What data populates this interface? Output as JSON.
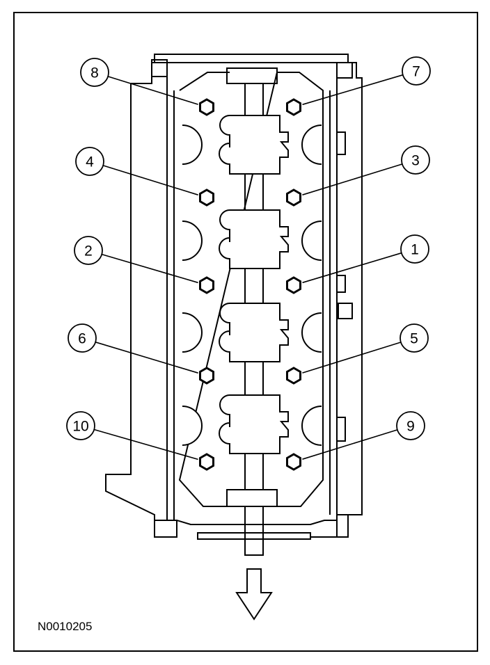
{
  "figure_id": "N0010205",
  "direction_arrow": "arrow-down-icon",
  "bolts": [
    {
      "label": "8",
      "side": "left",
      "row": 0
    },
    {
      "label": "7",
      "side": "right",
      "row": 0
    },
    {
      "label": "4",
      "side": "left",
      "row": 1
    },
    {
      "label": "3",
      "side": "right",
      "row": 1
    },
    {
      "label": "2",
      "side": "left",
      "row": 2
    },
    {
      "label": "1",
      "side": "right",
      "row": 2
    },
    {
      "label": "6",
      "side": "left",
      "row": 3
    },
    {
      "label": "5",
      "side": "right",
      "row": 3
    },
    {
      "label": "10",
      "side": "left",
      "row": 4
    },
    {
      "label": "9",
      "side": "right",
      "row": 4
    }
  ]
}
